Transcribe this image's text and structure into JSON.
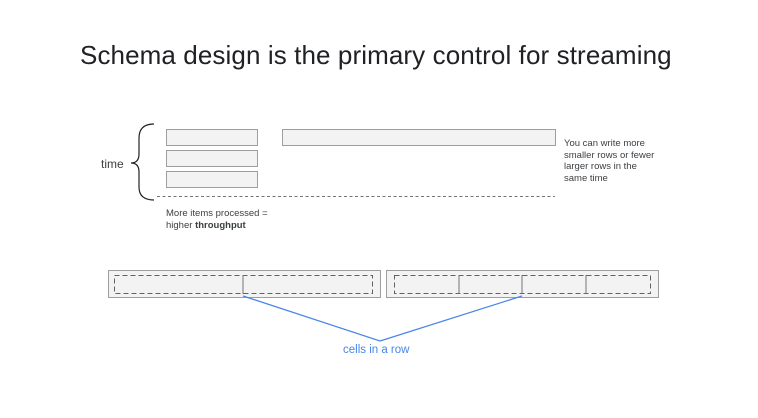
{
  "slide": {
    "title": "Schema design is the primary control for streaming"
  },
  "diagram": {
    "time_label": "time",
    "note_lines": [
      "You can write more",
      "smaller rows or fewer",
      "larger rows in the",
      "same time"
    ],
    "throughput_line1": "More items processed =",
    "throughput_line2_prefix": "higher ",
    "throughput_line2_bold": "throughput",
    "cells_label": "cells in a row",
    "colors": {
      "box_fill": "#f3f3f3",
      "box_stroke": "#9e9e9e",
      "dash_stroke": "#757575",
      "accent": "#4a86e8"
    }
  }
}
